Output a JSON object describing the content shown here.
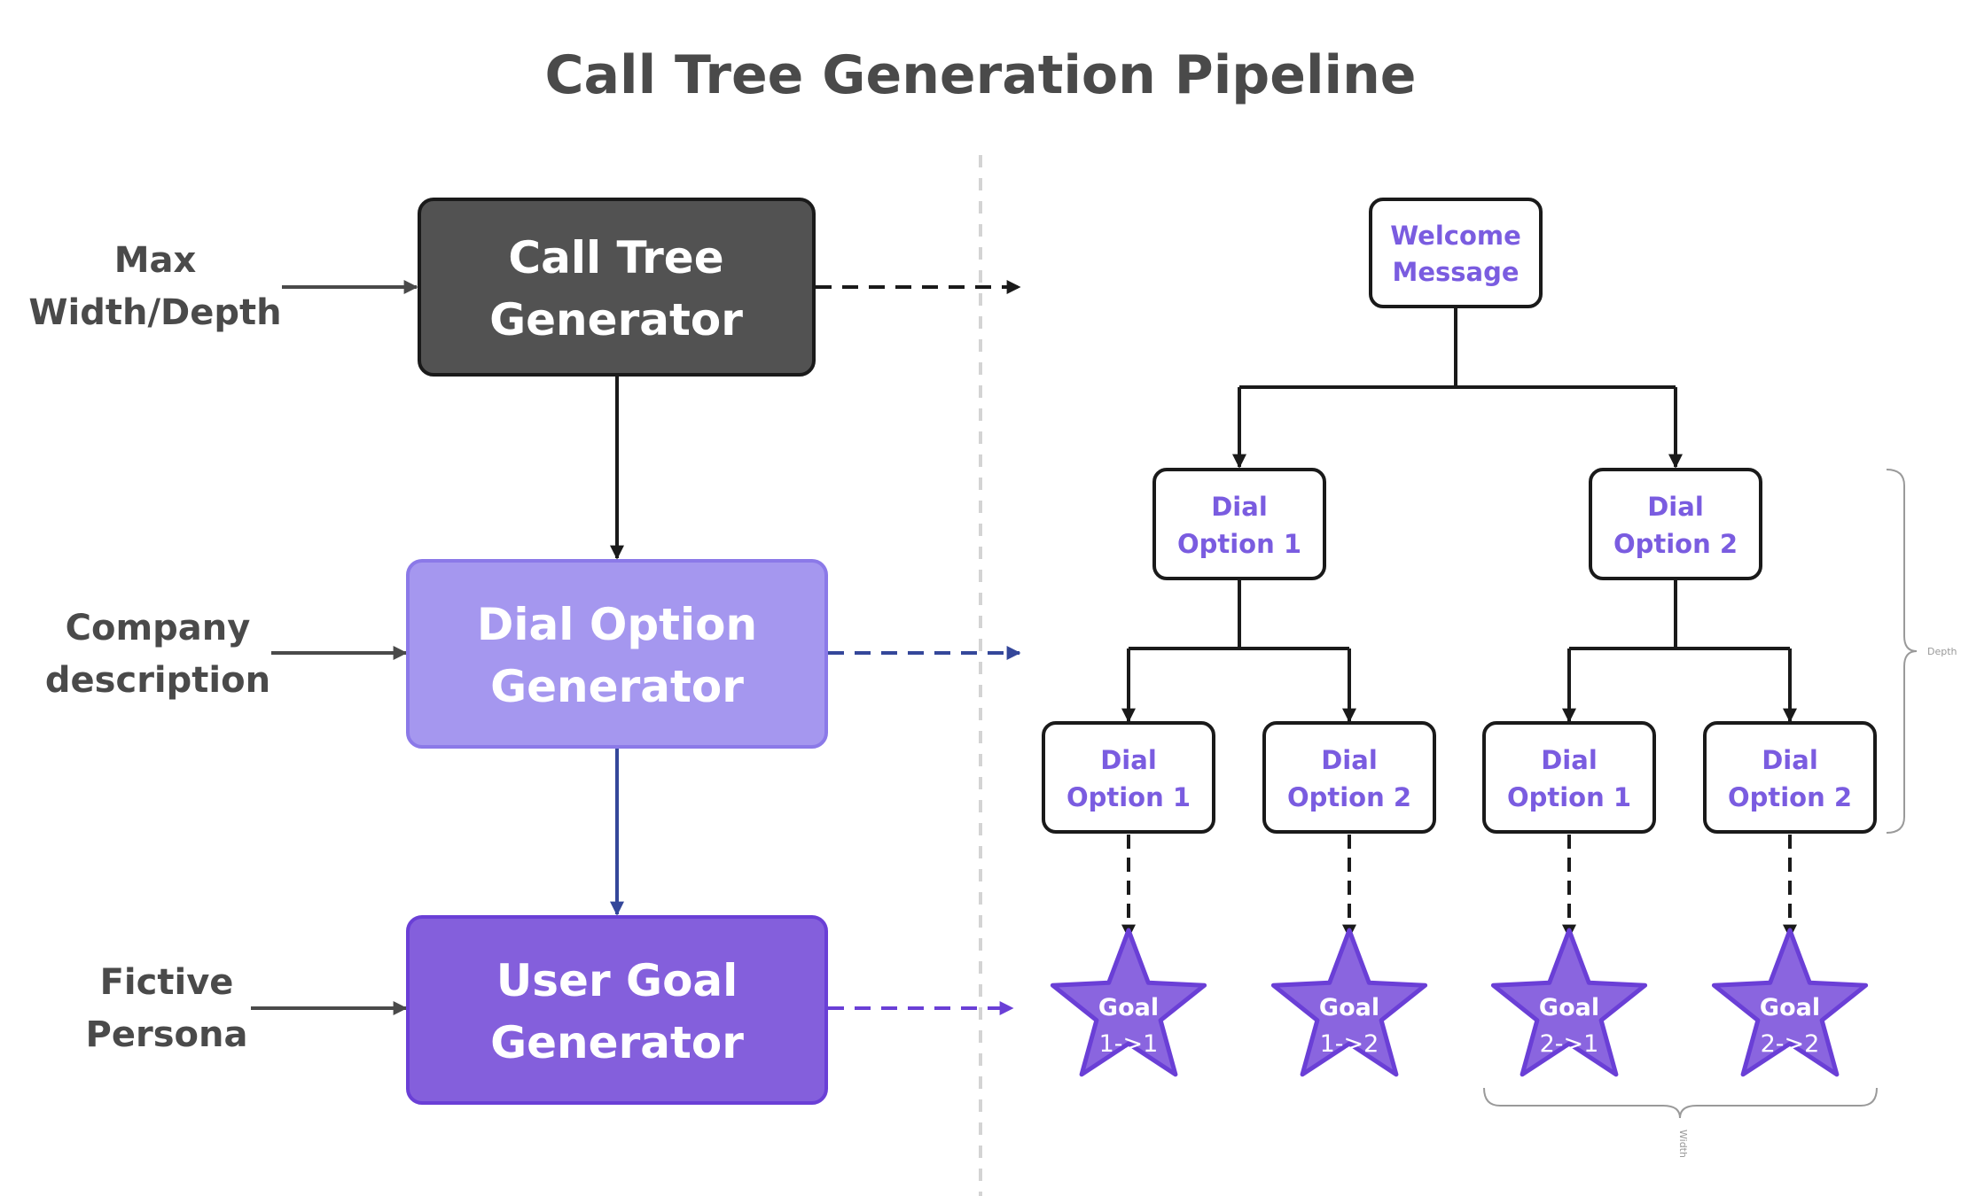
{
  "title": "Call Tree Generation Pipeline",
  "inputs": {
    "max_line1": "Max",
    "max_line2": "Width/Depth",
    "company_line1": "Company",
    "company_line2": "description",
    "persona_line1": "Fictive",
    "persona_line2": "Persona"
  },
  "generators": {
    "call_tree_line1": "Call Tree",
    "call_tree_line2": "Generator",
    "dial_option_line1": "Dial Option",
    "dial_option_line2": "Generator",
    "user_goal_line1": "User Goal",
    "user_goal_line2": "Generator"
  },
  "tree": {
    "root_line1": "Welcome",
    "root_line2": "Message",
    "dial_word": "Dial",
    "option1": "Option 1",
    "option2": "Option 2",
    "goal_word": "Goal",
    "goal_11": "1->1",
    "goal_12": "1->2",
    "goal_21": "2->1",
    "goal_22": "2->2"
  },
  "braces": {
    "depth": "Depth",
    "width": "Width"
  },
  "colors": {
    "call_tree_fill": "#525252",
    "dial_option_fill": "#a597ef",
    "user_goal_fill": "#845fdc",
    "node_text": "#7a5ce0",
    "star_fill": "#8a65df",
    "star_stroke": "#6a3fd6",
    "blue_arrow": "#34479a",
    "purple_arrow": "#6a3fd6"
  }
}
